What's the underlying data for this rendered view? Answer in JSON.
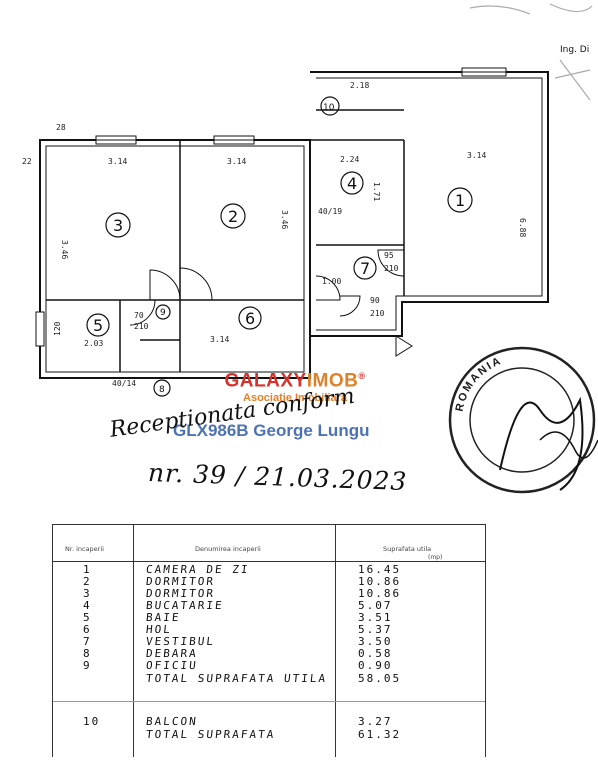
{
  "floor_plan": {
    "room_labels": [
      "1",
      "2",
      "3",
      "4",
      "5",
      "6",
      "7",
      "8",
      "9",
      "10"
    ],
    "dimensions": {
      "room1_width": "3.14",
      "room2_width": "3.14",
      "room3_width": "3.14",
      "room4_width": "2.24",
      "room6_width": "3.14",
      "room5_width": "2.03",
      "balcony_width": "2.18",
      "side_left": "3.46",
      "side_mid": "3.46",
      "side_right": "6.88",
      "small_a": "95",
      "small_b": "210",
      "small_c": "90",
      "small_d": "210",
      "small_e": "40/19",
      "small_f": "40/14",
      "small_g": "70",
      "small_h": "210",
      "small_i": "120",
      "wall_left": "22",
      "wall_top": "28",
      "room4_h": "1.71",
      "room7_d": "1.00"
    },
    "corner_note": "Ing. Di"
  },
  "watermark": {
    "brand_left": "GALAXY",
    "brand_right": "IMOB",
    "registered": "®",
    "subtitle": "Asociatie Imobiliara",
    "listing_id": "GLX986B George Lungu"
  },
  "handwriting": {
    "line1": "Receptionata conform",
    "line2": "nr. 39 / 21.03.2023"
  },
  "stamp": {
    "top_text": "ROMANIA"
  },
  "table": {
    "headers": {
      "nr": "Nr. incaperii",
      "name": "Denumirea incaperii",
      "area": "Suprafata utila",
      "unit": "(mp)"
    },
    "rows": [
      {
        "nr": "1",
        "name": "CAMERA DE ZI",
        "area": "16.45"
      },
      {
        "nr": "2",
        "name": "DORMITOR",
        "area": "10.86"
      },
      {
        "nr": "3",
        "name": "DORMITOR",
        "area": "10.86"
      },
      {
        "nr": "4",
        "name": "BUCATARIE",
        "area": "5.07"
      },
      {
        "nr": "5",
        "name": "BAIE",
        "area": "3.51"
      },
      {
        "nr": "6",
        "name": "HOL",
        "area": "5.37"
      },
      {
        "nr": "7",
        "name": "VESTIBUL",
        "area": "3.50"
      },
      {
        "nr": "8",
        "name": "DEBARA",
        "area": "0.58"
      },
      {
        "nr": "9",
        "name": "OFICIU",
        "area": "0.90"
      },
      {
        "nr": "",
        "name": "TOTAL SUPRAFATA UTILA",
        "area": "58.05"
      },
      {
        "nr": "10",
        "name": "BALCON",
        "area": "3.27"
      },
      {
        "nr": "",
        "name": "TOTAL SUPRAFATA",
        "area": "61.32"
      }
    ]
  }
}
